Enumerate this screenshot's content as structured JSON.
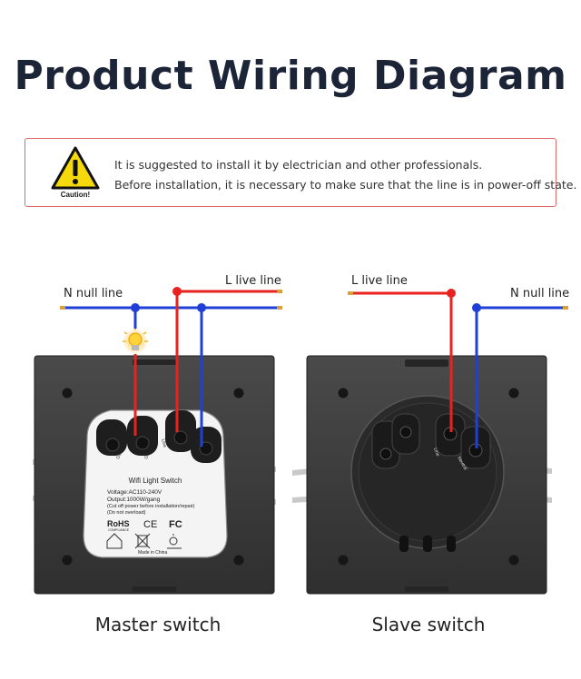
{
  "title": "Product Wiring Diagram",
  "caution": {
    "label": "Caution!",
    "icon": "warning-triangle-icon",
    "line1": "It is suggested to install it by electrician and other professionals.",
    "line2": "Before installation, it is necessary to make sure that the line is in power-off state."
  },
  "wires": {
    "master_n_label": "N null line",
    "master_l_label": "L live line",
    "slave_l_label": "L live line",
    "slave_n_label": "N null line",
    "live_color": "#e8231f",
    "neutral_color": "#1f3fd6"
  },
  "master": {
    "caption": "Master switch",
    "module_title": "Wifi Light  Switch",
    "spec1": "Voltage:AC110-240V",
    "spec2": "Output:1000W/gang",
    "spec3": "(Cut off power before installation/repair)",
    "spec4": "(Do not overload)",
    "rohs": "RoHS",
    "rohs_sub": "COMPLIANCE",
    "ce": "CE",
    "fc": "FC",
    "made_in": "Made in China",
    "terminal_out": "Out",
    "terminal_line": "Line",
    "terminal_neutral": "Neutral"
  },
  "slave": {
    "caption": "Slave switch",
    "terminal_line": "Line",
    "terminal_neutral": "Neutral"
  }
}
